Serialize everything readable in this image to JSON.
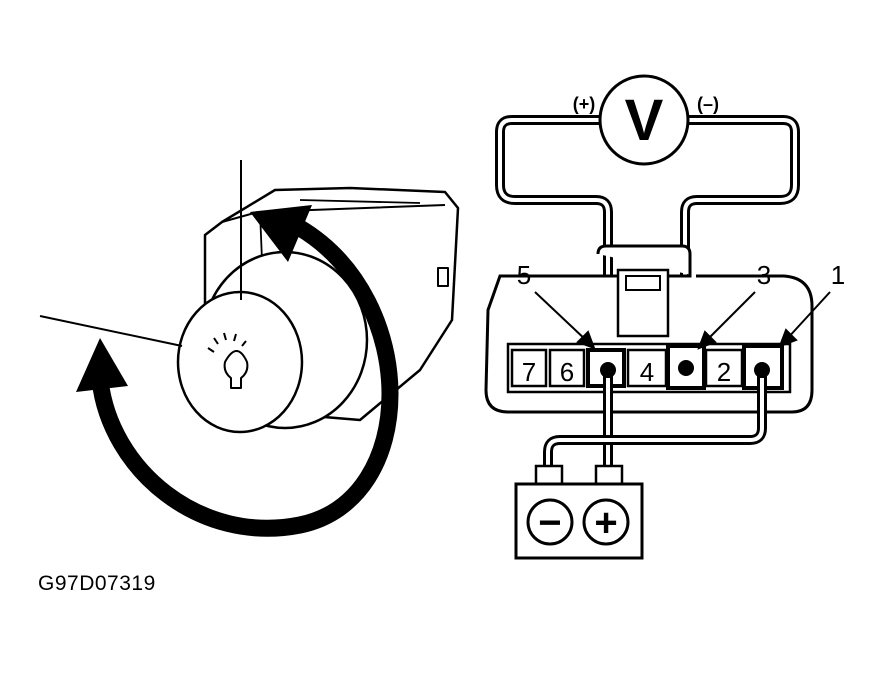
{
  "meter": {
    "symbol": "V",
    "plus_label": "(+)",
    "minus_label": "(–)"
  },
  "connector": {
    "pins": [
      "7",
      "6",
      "",
      "4",
      "",
      "2",
      ""
    ],
    "callouts": [
      "5",
      "3",
      "1"
    ]
  },
  "battery": {
    "negative_symbol": "−",
    "positive_symbol": "+"
  },
  "figure_code": "G97D07319",
  "colors": {
    "ink": "#000000",
    "paper": "#ffffff"
  }
}
